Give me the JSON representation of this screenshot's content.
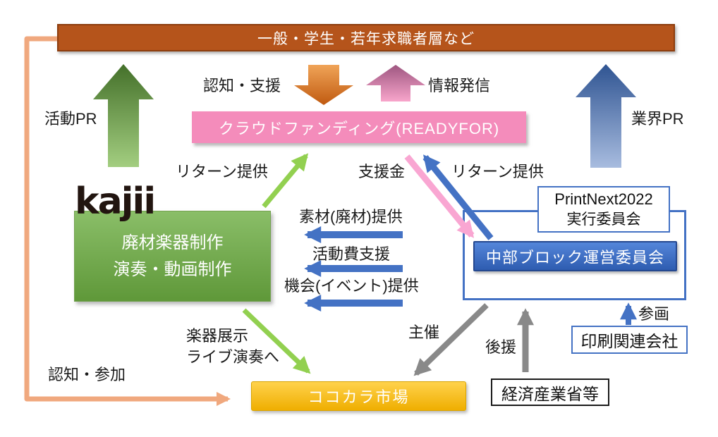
{
  "diagram": {
    "audience": "一般・学生・若年求職者層など",
    "crowdfunding": "クラウドファンディング(READYFOR)",
    "kajii_logo": "kajii",
    "kajii_line1": "廃材楽器制作",
    "kajii_line2": "演奏・動画制作",
    "printnext_line1": "PrintNext2022",
    "printnext_line2": "実行委員会",
    "chubu": "中部ブロック運営委員会",
    "insatsu": "印刷関連会社",
    "keizai": "経済産業省等",
    "kokokara": "ココカラ市場"
  },
  "labels": {
    "katsudo_pr": "活動PR",
    "ninchi_shien": "認知・支援",
    "joho_hasshin": "情報発信",
    "gyokai_pr": "業界PR",
    "return_kajii": "リターン提供",
    "shienkin": "支援金",
    "return_chubu": "リターン提供",
    "sozai": "素材(廃材)提供",
    "katsudohi": "活動費支援",
    "kikai": "機会(イベント)提供",
    "gakki_line1": "楽器展示",
    "gakki_line2": "ライブ演奏へ",
    "shusai": "主催",
    "kouen": "後援",
    "sankaku": "参画",
    "ninchi_sanka": "認知・参加"
  },
  "colors": {
    "banner_orange": "#B5541B",
    "crowdfunding_pink": "#F48CBB",
    "kajii_green": "#6FA44B",
    "chubu_blue": "#3A6CC4",
    "kokokara_yellow": "#FFC41E",
    "arrow_blue": "#4472C4",
    "arrow_green": "#92D050",
    "arrow_pink": "#F9A6D2",
    "arrow_gray": "#898989",
    "arrow_orange": "#F0A87E",
    "blue_border": "#4472C4"
  }
}
